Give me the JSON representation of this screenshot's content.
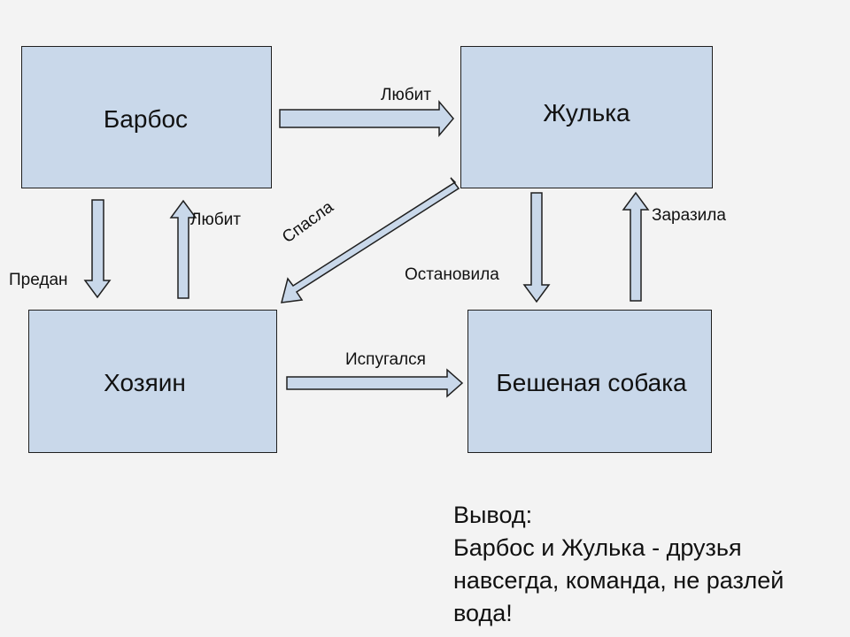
{
  "nodes": {
    "barbos": "Барбос",
    "zhulka": "Жулька",
    "master": "Хозяин",
    "mad_dog": "Бешеная собака"
  },
  "edges": {
    "barbos_to_zhulka": "Любит",
    "master_to_barbos": "Любит",
    "barbos_to_master": "Предан",
    "zhulka_to_master": "Спасла",
    "zhulka_to_mad_dog": "Остановила",
    "mad_dog_to_zhulka": "Заразила",
    "master_to_mad_dog": "Испугался"
  },
  "conclusion": {
    "heading": "Вывод:",
    "line1": "Барбос и Жулька - друзья",
    "line2": "навсегда, команда, не разлей",
    "line3": "вода!"
  },
  "colors": {
    "node_fill": "#c9d8ea",
    "arrow_fill": "#c9d8ea",
    "stroke": "#1f1f1f",
    "background": "#f3f3f3"
  }
}
